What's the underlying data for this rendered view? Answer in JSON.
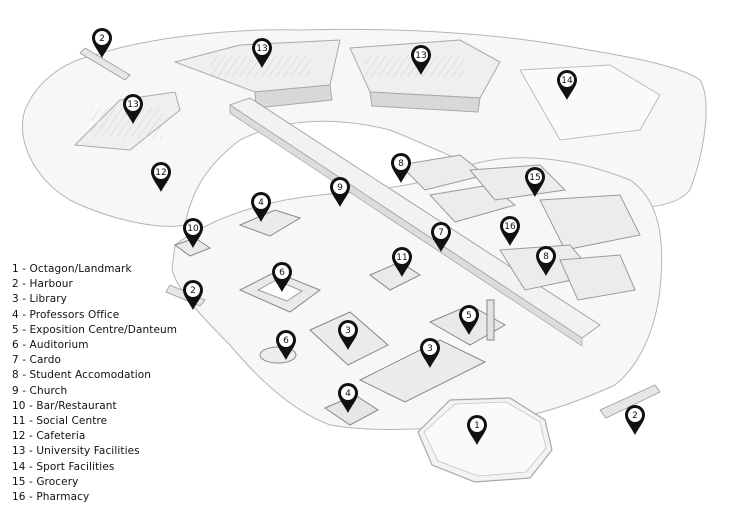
{
  "legend": [
    {
      "id": 1,
      "label": "1 - Octagon/Landmark"
    },
    {
      "id": 2,
      "label": "2 - Harbour"
    },
    {
      "id": 3,
      "label": "3 - Library"
    },
    {
      "id": 4,
      "label": "4 - Professors Office"
    },
    {
      "id": 5,
      "label": "5 - Exposition Centre/Danteum"
    },
    {
      "id": 6,
      "label": "6 - Auditorium"
    },
    {
      "id": 7,
      "label": "7 - Cardo"
    },
    {
      "id": 8,
      "label": "8 - Student Accomodation"
    },
    {
      "id": 9,
      "label": "9 - Church"
    },
    {
      "id": 10,
      "label": "10 - Bar/Restaurant"
    },
    {
      "id": 11,
      "label": "11 - Social Centre"
    },
    {
      "id": 12,
      "label": "12 - Cafeteria"
    },
    {
      "id": 13,
      "label": "13 - University Facilities"
    },
    {
      "id": 14,
      "label": "14 - Sport Facilities"
    },
    {
      "id": 15,
      "label": "15 - Grocery"
    },
    {
      "id": 16,
      "label": "16 - Pharmacy"
    }
  ],
  "pins": [
    {
      "label": "2"
    },
    {
      "label": "13"
    },
    {
      "label": "13"
    },
    {
      "label": "14"
    },
    {
      "label": "13"
    },
    {
      "label": "12"
    },
    {
      "label": "9"
    },
    {
      "label": "8"
    },
    {
      "label": "15"
    },
    {
      "label": "4"
    },
    {
      "label": "10"
    },
    {
      "label": "7"
    },
    {
      "label": "16"
    },
    {
      "label": "8"
    },
    {
      "label": "11"
    },
    {
      "label": "6"
    },
    {
      "label": "2"
    },
    {
      "label": "3"
    },
    {
      "label": "5"
    },
    {
      "label": "6"
    },
    {
      "label": "3"
    },
    {
      "label": "4"
    },
    {
      "label": "1"
    },
    {
      "label": "2"
    }
  ],
  "colors": {
    "ground": "#f7f7f7",
    "outline": "#b5b5b5",
    "building": "#ececec",
    "shadow": "#d2d2d2",
    "pin": "#111111"
  },
  "icons": {
    "marker": "map-pin-icon"
  }
}
